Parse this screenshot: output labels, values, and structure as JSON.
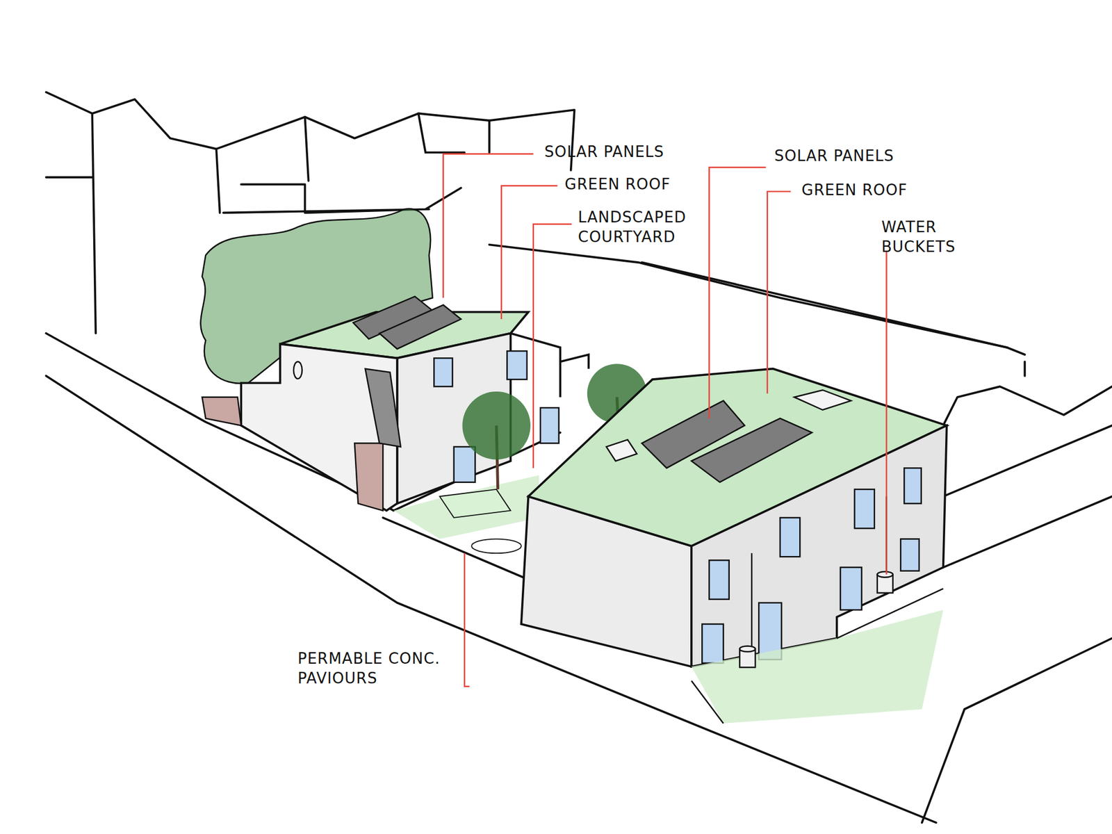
{
  "diagram": {
    "labels": [
      "SOLAR PANELS",
      "GREEN ROOF",
      "LANDSCAPED COURTYARD",
      "SOLAR PANELS",
      "GREEN ROOF",
      "WATER BUCKETS",
      "PERMABLE CONC. PAVIOURS"
    ]
  }
}
